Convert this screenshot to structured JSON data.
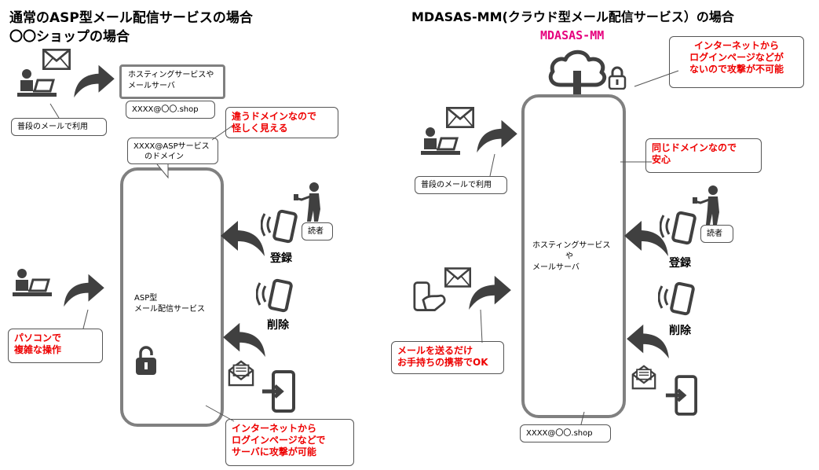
{
  "left": {
    "title1": "通常のASP型メール配信サービスの場合",
    "title2": "〇〇ショップの場合",
    "hosting_line1": "ホスティングサービスや",
    "hosting_line2": "メールサーバ",
    "email_shop": "XXXX@〇〇.shop",
    "note_domain_line1": "違うドメインなので",
    "note_domain_line2": "怪しく見える",
    "asp_email_line1": "XXXX@ASPサービス",
    "asp_email_line2": "のドメイン",
    "normal_mail": "普段のメールで利用",
    "asp_box_line1": "ASP型",
    "asp_box_line2": "メール配信サービス",
    "reader": "読者",
    "register": "登録",
    "delete": "削除",
    "pc_note_line1": "パソコンで",
    "pc_note_line2": "複雑な操作",
    "attack_line1": "インターネットから",
    "attack_line2": "ログインページなどで",
    "attack_line3": "サーバに攻撃が可能"
  },
  "right": {
    "title": "MDASAS-MM(クラウド型メール配信サービス）の場合",
    "brand": "MDASAS-MM",
    "no_attack_line1": "インターネットから",
    "no_attack_line2": "ログインページなどが",
    "no_attack_line3": "ないので攻撃が不可能",
    "same_domain_line1": "同じドメインなので",
    "same_domain_line2": "安心",
    "normal_mail": "普段のメールで利用",
    "box_line1": "ホスティングサービス",
    "box_line2": "や",
    "box_line3": "メールサーバ",
    "reader": "読者",
    "register": "登録",
    "delete": "削除",
    "send_note_line1": "メールを送るだけ",
    "send_note_line2": "お手持ちの携帯でOK",
    "email_shop": "XXXX@〇〇.shop"
  },
  "colors": {
    "accent": "#e6007e",
    "warning": "#e00000",
    "frame": "#808080",
    "icon": "#404040"
  }
}
